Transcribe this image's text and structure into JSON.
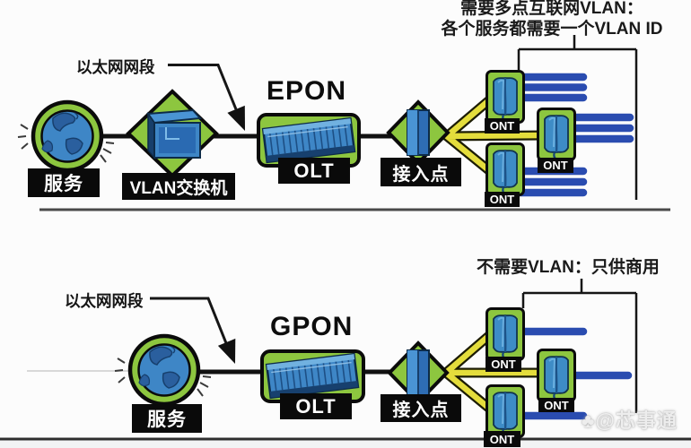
{
  "colors": {
    "bg": "#fcfcfc",
    "green": "#8dc63f",
    "device-blue": "#3e86c6",
    "eth-blue": "#2a4cb0",
    "fiber-yellow": "#e4dd3c",
    "label-bg": "#0a0a0a",
    "label-fg": "#ffffff"
  },
  "epon": {
    "title": "EPON",
    "annotation": {
      "line1": "需要多点互联网VLAN：",
      "line2": "各个服务都需要一个VLAN ID"
    },
    "ethernet_segment_label": "以太网网段",
    "service_label": "服务",
    "vlan_switch_label": "VLAN交换机",
    "olt_label": "OLT",
    "access_point_label": "接入点",
    "ont_labels": [
      "ONT",
      "ONT",
      "ONT"
    ]
  },
  "gpon": {
    "title": "GPON",
    "annotation": {
      "line1": "不需要VLAN：只供商用"
    },
    "ethernet_segment_label": "以太网网段",
    "service_label": "服务",
    "olt_label": "OLT",
    "access_point_label": "接入点",
    "ont_labels": [
      "ONT",
      "ONT",
      "ONT"
    ]
  },
  "watermark": {
    "icon": "♣",
    "text": "@芯事通"
  }
}
